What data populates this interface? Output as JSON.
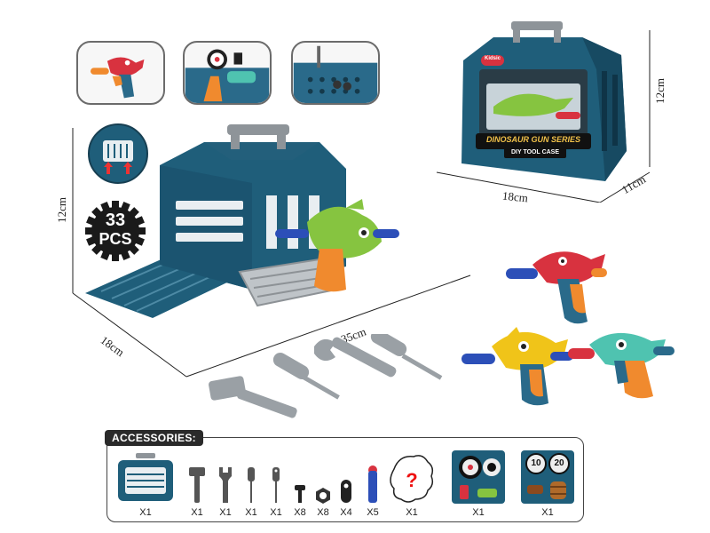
{
  "badge": {
    "line1": "33",
    "line2": "PCS"
  },
  "dimensions": {
    "assembled_height": "12cm",
    "assembled_depth": "18cm",
    "assembled_width": "35cm",
    "box_height": "12cm",
    "box_width": "18cm",
    "box_depth": "11cm"
  },
  "package": {
    "brand": "Kidsic",
    "series_title": "DINOSAUR GUN SERIES",
    "subtitle": "DIY TOOL CASE"
  },
  "accessories": {
    "title": "ACCESSORIES:",
    "items": [
      {
        "name": "case",
        "qty": "X1"
      },
      {
        "name": "hammer",
        "qty": "X1"
      },
      {
        "name": "wrench",
        "qty": "X1"
      },
      {
        "name": "flat-screwdriver",
        "qty": "X1"
      },
      {
        "name": "cross-screwdriver",
        "qty": "X1"
      },
      {
        "name": "screw",
        "qty": "X8"
      },
      {
        "name": "nut",
        "qty": "X8"
      },
      {
        "name": "gasket",
        "qty": "X4"
      },
      {
        "name": "dart",
        "qty": "X5"
      },
      {
        "name": "dinosaur-shell",
        "qty": "X1"
      },
      {
        "name": "target-card-a",
        "qty": "X1"
      },
      {
        "name": "target-card-b",
        "qty": "X1"
      }
    ],
    "target_numbers": [
      "10",
      "20"
    ]
  },
  "colors": {
    "case_teal": "#1f5e7a",
    "handle_gray": "#8e9499",
    "gun_green": "#86c440",
    "gun_red": "#d8323f",
    "gun_yellow": "#f0c419",
    "gun_mint": "#4fc3b0",
    "grip_orange": "#f08a2e",
    "dart_blue": "#2c4fb8"
  }
}
